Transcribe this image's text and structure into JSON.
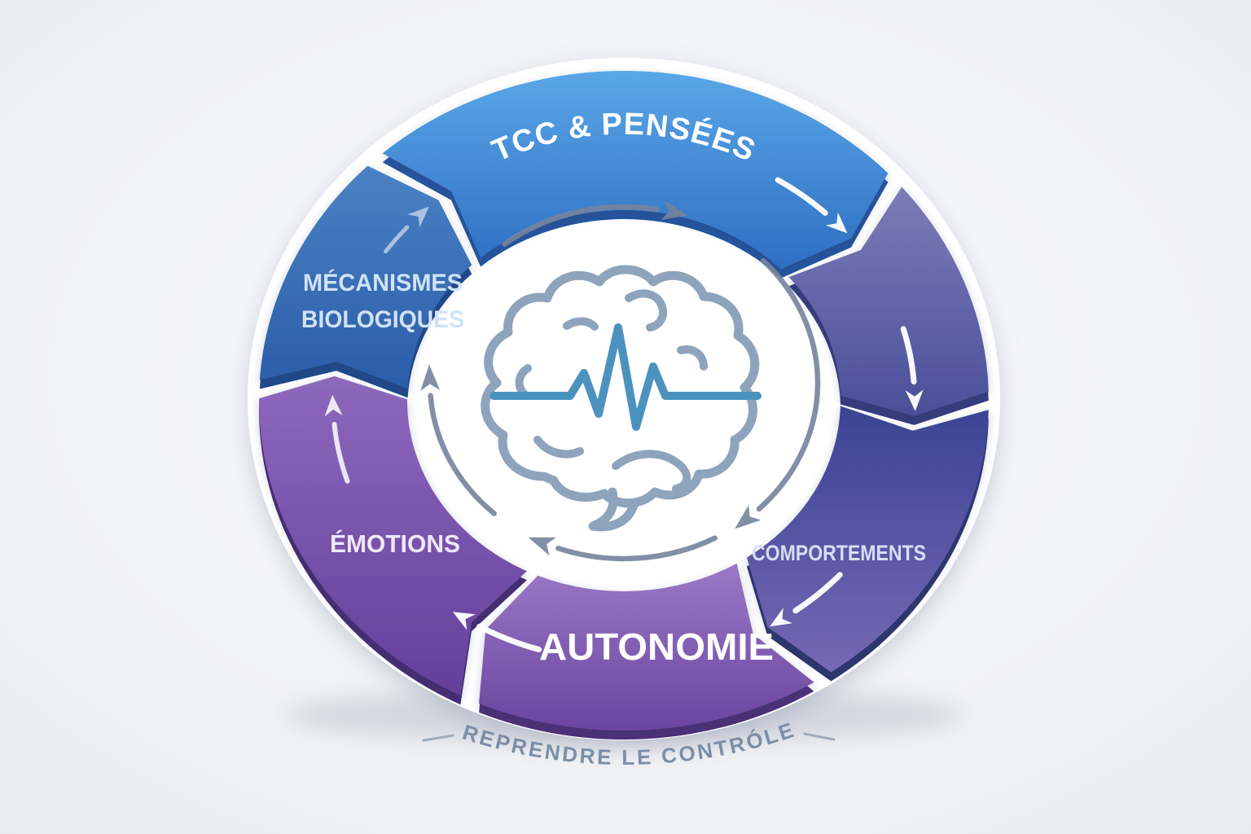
{
  "diagram": {
    "type": "cycle-diagram",
    "direction": "clockwise",
    "background_color": "#f2f3f6",
    "wheel": {
      "outer_arrow_color": "#ffffff",
      "inner_arrow_color": "#76839c",
      "segments": [
        {
          "id": "tcc-pensees",
          "label": "TCC & PENSÉES",
          "text_color": "#ffffff",
          "color_light": "#5aa7e8",
          "color_dark": "#2e6ec2",
          "color_depth": "#2456a2",
          "start_angle": -43,
          "end_angle": 48,
          "light_at": "top"
        },
        {
          "id": "liaison",
          "label": "",
          "text_color": "",
          "color_light": "#7c7cb8",
          "color_dark": "#4a4f99",
          "color_depth": "#383c7e",
          "start_angle": 48,
          "end_angle": 90,
          "light_at": "top"
        },
        {
          "id": "comportements",
          "label": "COMPORTEMENTS",
          "text_color": "#d8ddf4",
          "color_light": "#7668b4",
          "color_dark": "#3a4494",
          "color_depth": "#2e356f",
          "start_angle": 90,
          "end_angle": 147,
          "light_at": "bottom"
        },
        {
          "id": "autonomie",
          "label": "AUTONOMIE",
          "text_color": "#ffffff",
          "color_light": "#9a79c6",
          "color_dark": "#6b44a0",
          "color_depth": "#4e3079",
          "start_angle": 147,
          "end_angle": 205,
          "light_at": "top"
        },
        {
          "id": "emotions",
          "label": "ÉMOTIONS",
          "text_color": "#eee8f8",
          "color_light": "#8e68bd",
          "color_dark": "#633f9a",
          "color_depth": "#472c74",
          "start_angle": 205,
          "end_angle": 272,
          "light_at": "top"
        },
        {
          "id": "mecanismes-biologiques",
          "label_lines": [
            "MÉCANISMES",
            "BIOLOGIQUES"
          ],
          "text_color": "#cfe2f6",
          "color_light": "#4a82c4",
          "color_dark": "#2b5ca8",
          "color_depth": "#1f4a8d",
          "start_angle": 272,
          "end_angle": 317,
          "light_at": "top"
        }
      ]
    },
    "center_icon": {
      "name": "brain-pulse-icon",
      "disc_color": "#ffffff",
      "outline_color": "#8ea4bc",
      "pulse_color": "#4c92be"
    },
    "caption": {
      "text": "REPRENDRE LE CONTRÓLE",
      "color": "#7b8ea6"
    }
  }
}
